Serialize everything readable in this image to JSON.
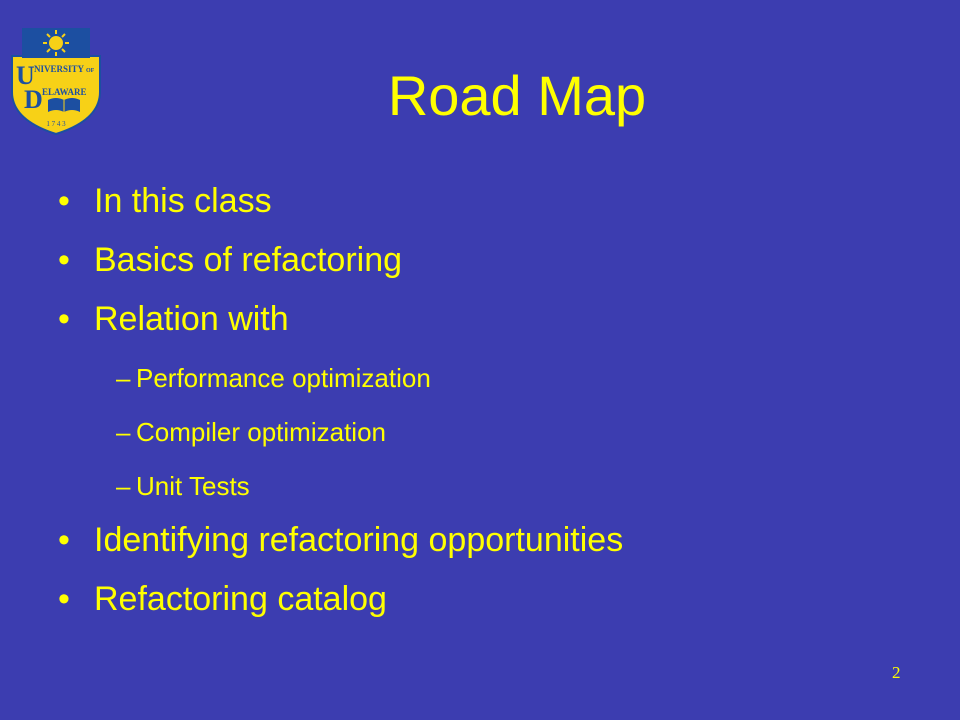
{
  "slide": {
    "title": "Road Map",
    "page_number": "2",
    "logo": {
      "line1": "NIVERSITY",
      "line1_suffix": "OF",
      "line2": "ELAWARE",
      "year": "1 7 4 3",
      "colors": {
        "gold": "#f7d117",
        "blue": "#1c4fa1"
      }
    },
    "colors": {
      "background": "#3c3db0",
      "text": "#ffff00"
    },
    "bullets": [
      {
        "level": 1,
        "marker": "•",
        "text": "In this class"
      },
      {
        "level": 1,
        "marker": "•",
        "text": "Basics of refactoring"
      },
      {
        "level": 1,
        "marker": "•",
        "text": "Relation with"
      },
      {
        "level": 2,
        "marker": "–",
        "text": "Performance optimization"
      },
      {
        "level": 2,
        "marker": "–",
        "text": "Compiler optimization"
      },
      {
        "level": 2,
        "marker": "–",
        "text": "Unit Tests"
      },
      {
        "level": 1,
        "marker": "•",
        "text": "Identifying refactoring opportunities"
      },
      {
        "level": 1,
        "marker": "•",
        "text": "Refactoring catalog"
      }
    ]
  }
}
